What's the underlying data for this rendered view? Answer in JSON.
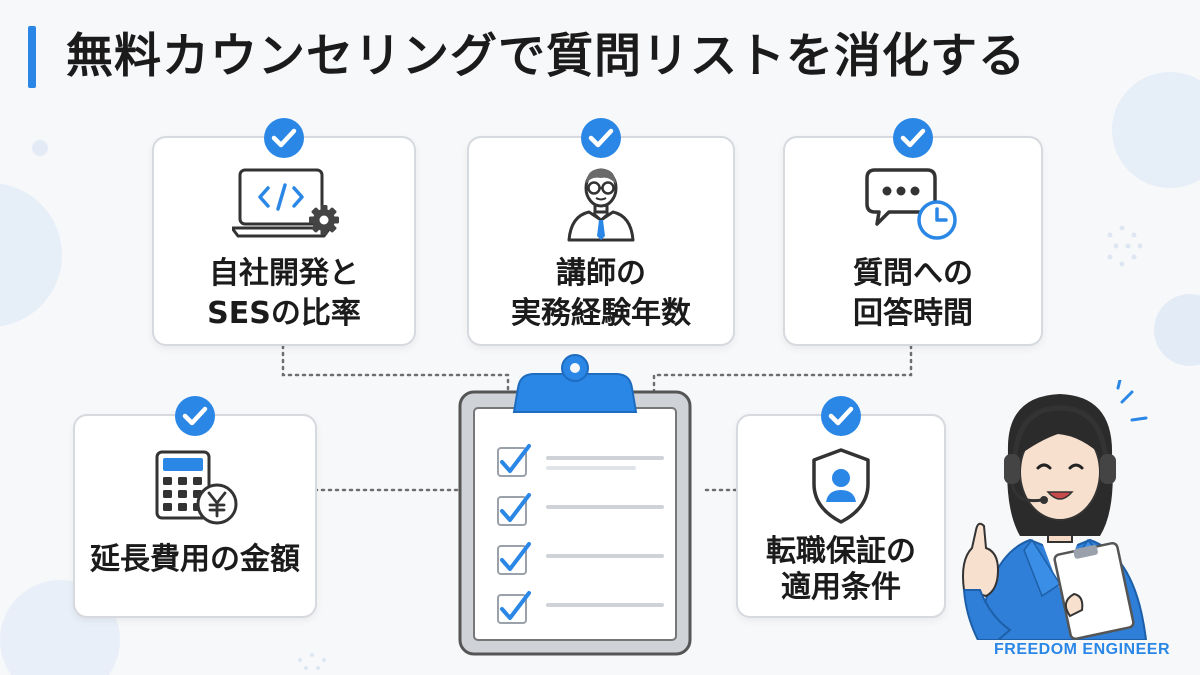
{
  "title": "無料カウンセリングで質問リストを消化する",
  "brand": "FREEDOM ENGINEER",
  "colors": {
    "accent": "#2a87e6",
    "card_border": "#d6d9de",
    "text": "#1b1b1b"
  },
  "cards": [
    {
      "label_line1": "自社開発と",
      "label_line2": "SESの比率",
      "icon": "laptop-code-gear-icon"
    },
    {
      "label_line1": "講師の",
      "label_line2": "実務経験年数",
      "icon": "instructor-icon"
    },
    {
      "label_line1": "質問への",
      "label_line2": "回答時間",
      "icon": "chat-clock-icon"
    },
    {
      "label_line1": "延長費用の金額",
      "icon": "calculator-yen-icon"
    },
    {
      "label_line1": "転職保証の",
      "label_line2": "適用条件",
      "icon": "shield-user-icon"
    }
  ],
  "center_icon": "checklist-clipboard-icon",
  "illustration": "support-operator-with-headset"
}
